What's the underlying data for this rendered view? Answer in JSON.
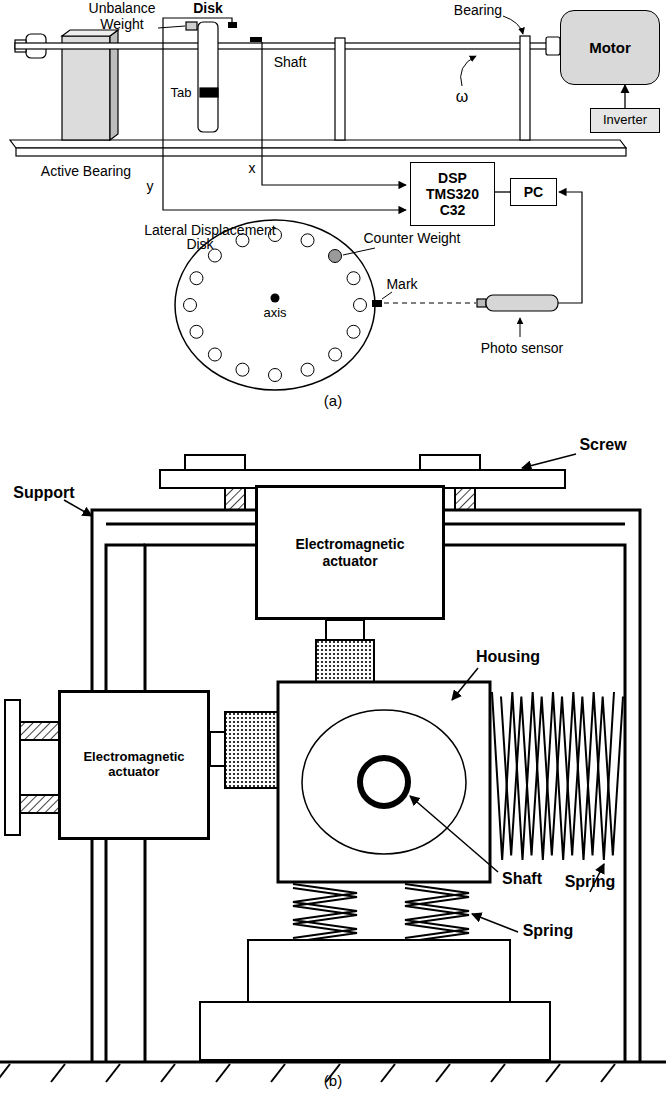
{
  "diagram": {
    "nodes": [
      {
        "text": [
          "Motor"
        ]
      },
      {
        "text": [
          "Inverter"
        ]
      },
      {
        "text": [
          "DSP TMS320 C32"
        ]
      },
      {
        "text": [
          "PC"
        ]
      },
      {
        "text": [
          "Electromagnetic actuator"
        ]
      },
      {
        "text": [
          "Electromagnetic actuator"
        ]
      }
    ],
    "edges": [
      {
        "from": 1,
        "to": 0,
        "arrow": "to"
      },
      {
        "from": 2,
        "to": 3,
        "arrow": "none"
      }
    ],
    "labels": [
      "Unbalance Weight",
      "Disk",
      "Bearing",
      "Tab",
      "Shaft",
      "ω",
      "Active Bearing",
      "y",
      "x",
      "Lateral Displacement",
      "Disk",
      "Counter Weight",
      "axis",
      "Mark",
      "Photo sensor",
      "(a)",
      "Screw",
      "Support",
      "Housing",
      "Shaft",
      "Spring",
      "Spring",
      "(b)"
    ]
  }
}
